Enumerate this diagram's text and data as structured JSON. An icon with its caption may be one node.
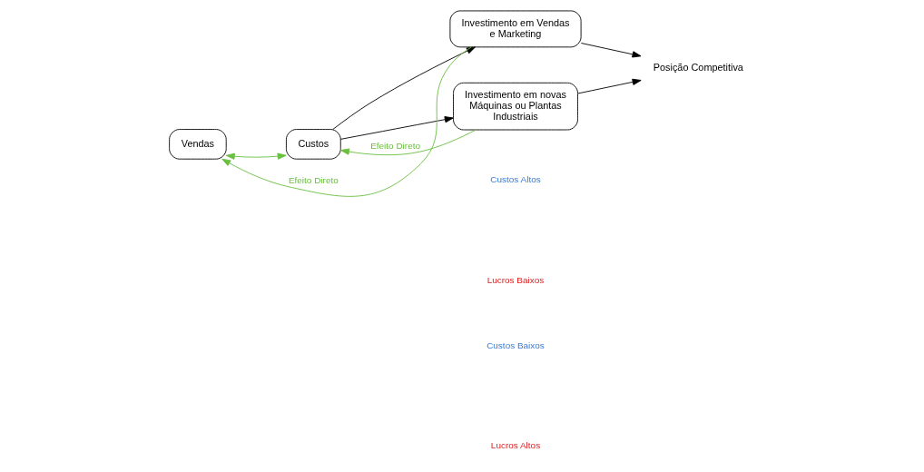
{
  "diagram": {
    "nodes": [
      {
        "text": [
          "Vendas"
        ]
      },
      {
        "text": [
          "Custos"
        ]
      },
      {
        "text": [
          "Investimento em Vendas e Marketing"
        ]
      },
      {
        "text": [
          "Investimento em novas Máquinas ou Plantas Industriais"
        ]
      },
      {
        "text": [
          "Posição Competitiva"
        ]
      }
    ],
    "edges": [
      {
        "from": 1,
        "to": 2,
        "arrow": "to"
      },
      {
        "from": 1,
        "to": 3,
        "arrow": "to"
      },
      {
        "from": 2,
        "to": 4,
        "arrow": "to"
      },
      {
        "from": 3,
        "to": 4,
        "arrow": "to"
      },
      {
        "from": 2,
        "to": 0,
        "arrow": "to",
        "label": "Efeito Direto",
        "color": "#6abf40"
      },
      {
        "from": 0,
        "to": 1,
        "arrow": "both",
        "color": "#6abf40"
      },
      {
        "from": 3,
        "to": 1,
        "arrow": "to",
        "label": "Efeito Direto",
        "color": "#6abf40"
      }
    ],
    "labels": [
      "Custos Altos",
      "Lucros Baixos",
      "Custos Baixos",
      "Lucros Altos"
    ]
  }
}
